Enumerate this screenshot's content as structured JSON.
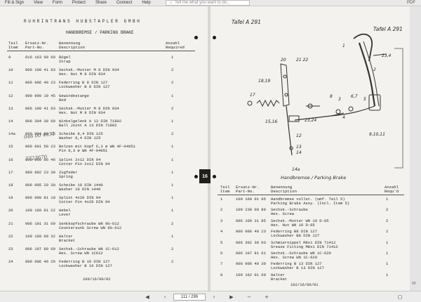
{
  "menubar": {
    "items": [
      "Fill & Sign",
      "View",
      "Form",
      "Protect",
      "Share",
      "Connect",
      "Help"
    ],
    "search_placeholder": "Tell me what you want to do...",
    "right_text": "PDF"
  },
  "left_page": {
    "company": "RUHRINTRANS HUBSTAPLER GMBH",
    "title": "HANDBREMSE / PARKING BRAKE",
    "headers": {
      "item": [
        "Teil",
        "Item"
      ],
      "part": [
        "Ersatz-Nr.",
        "Part-No."
      ],
      "desc": [
        "Benennung",
        "Description"
      ],
      "qty": [
        "Anzahl",
        "Required"
      ]
    },
    "rows": [
      {
        "item": "9",
        "part": "016 163 00 60",
        "d1": "Bügel",
        "d2": "Strap",
        "qty": "1"
      },
      {
        "item": "10",
        "part": "006 109 41 93",
        "d1": "Sechsk.-Mutter M 8 DIN 934",
        "d2": "Hex. Nut M 8 DIN 934",
        "qty": "2"
      },
      {
        "item": "11",
        "part": "006 006 40 23",
        "d1": "Federring B 8 DIN 127",
        "d2": "Lockwasher B 8 DIN 127",
        "qty": "2"
      },
      {
        "item": "12",
        "part": "999 990 19 45",
        "d1": "Gewindestange",
        "d2": "Rod",
        "qty": "1"
      },
      {
        "item": "13",
        "part": "006 109 41 93",
        "d1": "Sechsk.-Mutter M 8 DIN 934",
        "d2": "Hex. Nut M 8 DIN 934",
        "qty": "2"
      },
      {
        "item": "14",
        "part": "006 304 30 69",
        "d1": "Winkelgelenk A 13 DIN 71802",
        "d2": "Ball Joint A 13 DIN 71802",
        "qty": "1"
      },
      {
        "item": "14a",
        "part": "006 004 08 26",
        "d1": "Scheibe 8,4 DIN 125",
        "d2": "Washer 8,4 DIN 125",
        "qty": "2"
      },
      {
        "item": "15",
        "part": "006 001 50 23",
        "d1": "Bolzen mit Kopf 6,3 ø WN 4F-04051",
        "d2": "Pin 6,3 ø WN 4F-04051",
        "qty": "1"
      },
      {
        "item": "16",
        "part": "006 009 06 46",
        "d1": "Splint 2x12 DIN 94",
        "d2": "Cotter Pin 2x12 DIN 94",
        "qty": "1"
      },
      {
        "item": "17",
        "part": "999 992 23 30",
        "d1": "Zugfeder",
        "d2": "Spring",
        "qty": "1"
      },
      {
        "item": "18",
        "part": "006 005 20 30",
        "d1": "Scheibe 10 DIN 1440",
        "d2": "Washer 10 DIN 1440",
        "qty": "1"
      },
      {
        "item": "19",
        "part": "006 000 81 10",
        "d1": "Splint 4x20 DIN 94",
        "d2": "Cotter Pin 4x20 DIN 94",
        "qty": "1"
      },
      {
        "item": "20",
        "part": "109 160 01 22",
        "d1": "Hebel",
        "d2": "Lever",
        "qty": "1"
      },
      {
        "item": "21",
        "part": "006 101 31 60",
        "d1": "Senkkopfschraube WN 9G-612",
        "d2": "Countersunk Screw WN 9G-612",
        "qty": "2"
      },
      {
        "item": "22",
        "part": "109 160 00 32",
        "d1": "Halter",
        "d2": "Bracket",
        "qty": "1"
      },
      {
        "item": "23",
        "part": "006 107 80 69",
        "d1": "Sechsk.-Schraube WN 1C-612",
        "d2": "Hex. Screw WN 1C612",
        "qty": "2"
      },
      {
        "item": "24",
        "part": "006 006 40 26",
        "d1": "Federring B 10 DIN 127",
        "d2": "Lockwasher B 10 DIN 127",
        "qty": "2"
      }
    ],
    "handnotes": [
      "046 00 4031",
      "7723670"
    ],
    "footer": "109/16/00/02"
  },
  "right_page": {
    "tafel_left": "Tafel A 291",
    "tafel_right": "Tafel A 291",
    "diagram_caption": "Handbremse / Parking Brake",
    "diagram_labels": [
      "1",
      "2",
      "3",
      "4",
      "5",
      "6,7",
      "8",
      "9,10,11",
      "12",
      "13",
      "14",
      "14a",
      "15,16",
      "17",
      "18,19",
      "20",
      "21 22",
      "23,4",
      "23,24"
    ],
    "headers": {
      "item": [
        "Teil",
        "Item"
      ],
      "part": [
        "Ersatz-Nr.",
        "Part-No."
      ],
      "desc": [
        "Benennung",
        "Description"
      ],
      "qty": [
        "Anzahl",
        "Requ'd"
      ]
    },
    "rows": [
      {
        "item": "1",
        "part": "109 160 01 05",
        "d1": "Handbremse vollst. (umf. Teil 5)",
        "d2": "Parking Brake Assy. (Incl. Item 5)",
        "qty": "1"
      },
      {
        "item": "2",
        "part": "109 230 00 80",
        "d1": "Sechsk.-Schraube",
        "d2": "Hex. Screw",
        "qty": "2"
      },
      {
        "item": "3",
        "part": "006 109 31 85",
        "d1": "Sechsk.-Mutter WN 10 D-05",
        "d2": "Hex. Nut WN 10 D-05",
        "qty": "2"
      },
      {
        "item": "4",
        "part": "006 006 40 23",
        "d1": "Federring B8 DIN 127",
        "d2": "Lockwasher B8 DIN 127",
        "qty": "2"
      },
      {
        "item": "5",
        "part": "006 302 30 03",
        "d1": "Schmiernippel M8x1 DIN 71412",
        "d2": "Grease Fitting M8x1 DIN 71412",
        "qty": "1"
      },
      {
        "item": "6",
        "part": "006 107 81 61",
        "d1": "Sechsk.-Schraube WN 1C-620",
        "d2": "Hex. Screw WN 1C-620",
        "qty": "1"
      },
      {
        "item": "7",
        "part": "006 006 40 30",
        "d1": "Federring B 13 DIN 127",
        "d2": "Lockwasher B 13 DIN 127",
        "qty": "1"
      },
      {
        "item": "8",
        "part": "109 162 01 60",
        "d1": "Halter",
        "d2": "Bracket",
        "qty": "1"
      }
    ],
    "footer": "102/16/00/01",
    "tab": "16"
  },
  "toolbar": {
    "page_current": "111",
    "page_total": "296",
    "page_display": "111 / 296"
  },
  "right_strip": [
    "88"
  ]
}
